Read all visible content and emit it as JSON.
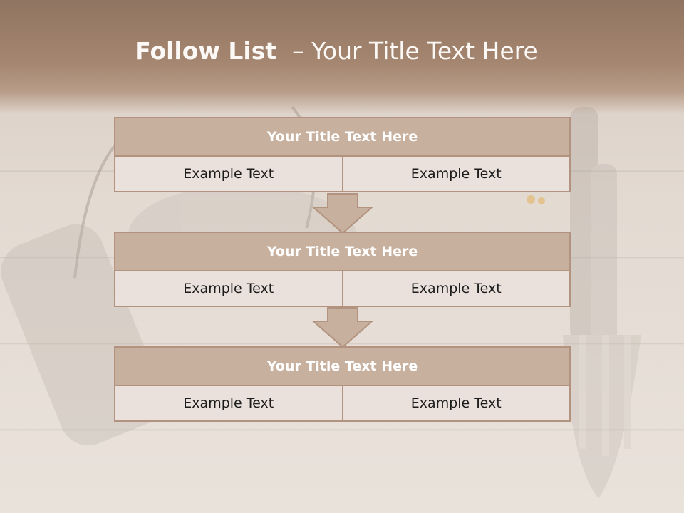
{
  "slide": {
    "title_strong": "Follow List ",
    "title_rest": " – Your Title Text Here"
  },
  "blocks": [
    {
      "title": "Your Title Text Here",
      "left": "Example Text",
      "right": "Example Text"
    },
    {
      "title": "Your Title Text Here",
      "left": "Example Text",
      "right": "Example Text"
    },
    {
      "title": "Your Title Text Here",
      "left": "Example Text",
      "right": "Example Text"
    }
  ],
  "colors": {
    "banner": "#a58670",
    "header_fill": "#c8b09e",
    "cell_fill": "#eae1dc",
    "border": "#b2937f"
  }
}
